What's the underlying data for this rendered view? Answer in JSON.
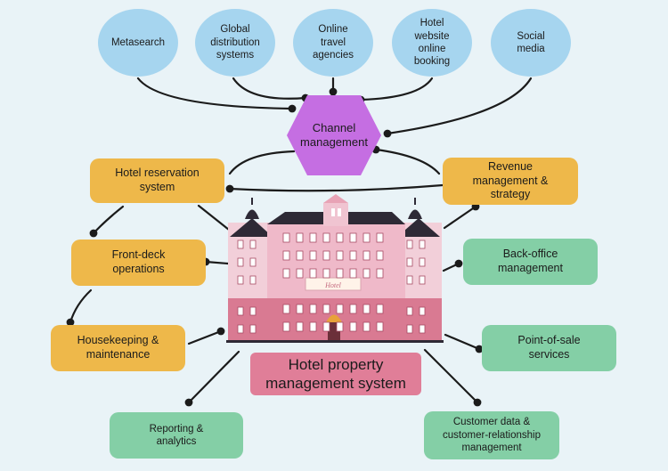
{
  "diagram": {
    "sources": [
      {
        "label": "Metasearch"
      },
      {
        "label": "Global distribution systems"
      },
      {
        "label": "Online travel agencies"
      },
      {
        "label": "Hotel website online booking"
      },
      {
        "label": "Social media"
      }
    ],
    "channel_management": {
      "label": "Channel management"
    },
    "hotel_reservation": {
      "label": "Hotel reservation system"
    },
    "revenue": {
      "label": "Revenue management & strategy"
    },
    "front_deck": {
      "label": "Front-deck operations"
    },
    "back_office": {
      "label": "Back-office management"
    },
    "housekeeping": {
      "label": "Housekeeping & maintenance"
    },
    "pos": {
      "label": "Point-of-sale services"
    },
    "pms": {
      "label": "Hotel property management system"
    },
    "reporting": {
      "label": "Reporting & analytics"
    },
    "crm": {
      "label": "Customer data & customer-relationship management"
    },
    "hotel_sign": "Hotel"
  },
  "colors": {
    "background": "#e9f3f7",
    "source_circle": "#a6d5ef",
    "channel_hex": "#c56ee2",
    "orange_box": "#eeb84a",
    "green_box": "#84cfa6",
    "pms_box": "#e07e98",
    "building_light": "#f2cfd9",
    "building_dark": "#d97a92",
    "roof": "#2e2a36"
  }
}
